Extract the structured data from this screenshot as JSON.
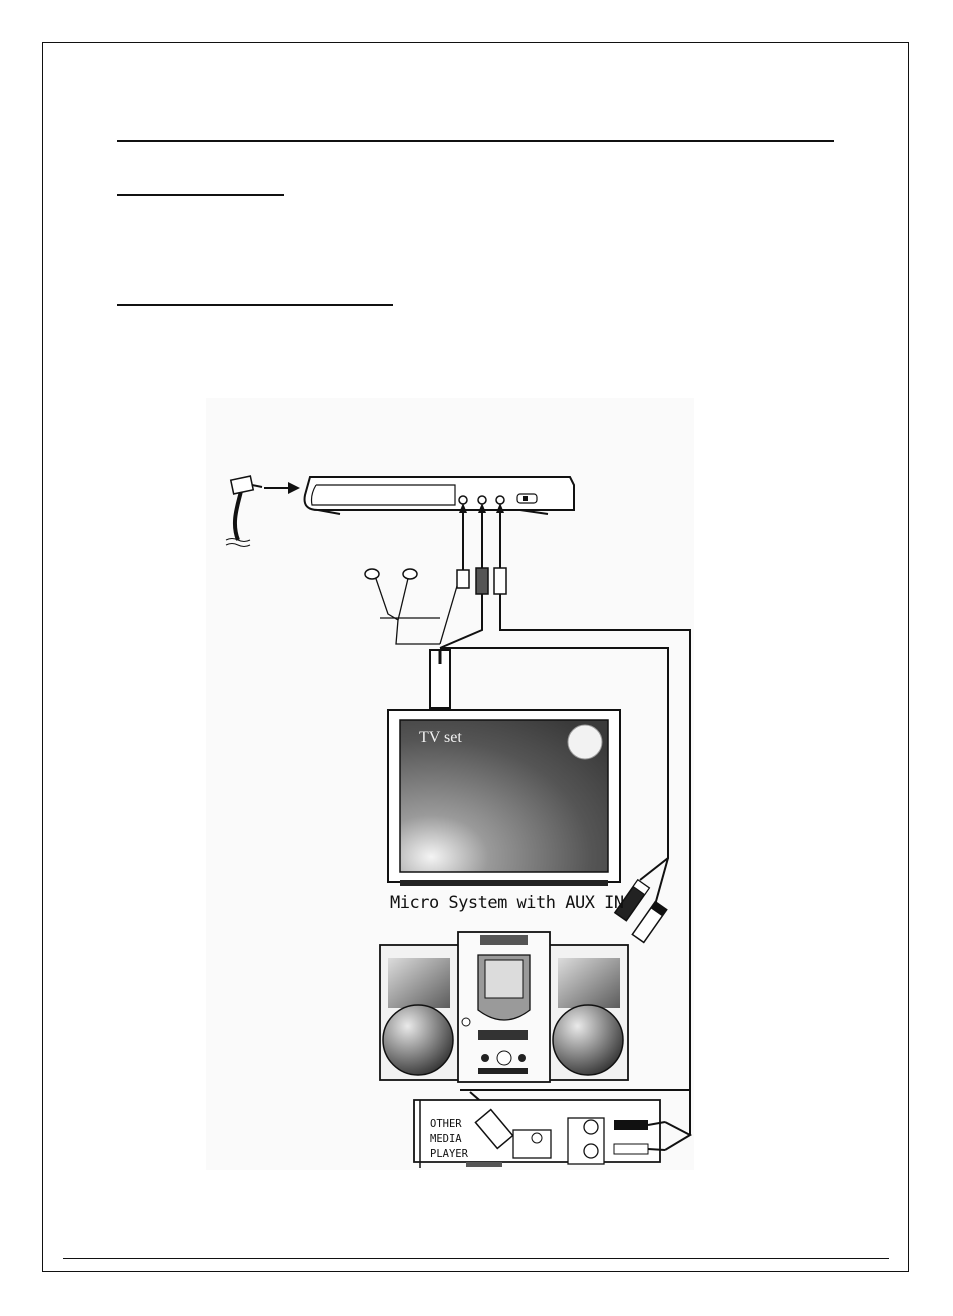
{
  "diagram": {
    "tv_label": "TV set",
    "micro_system_label": "Micro System with AUX IN",
    "player_label_lines": [
      "OTHER",
      "MEDIA",
      "PLAYER"
    ]
  },
  "icons": [
    "dc-power-plug-icon",
    "portable-dvd-player-icon",
    "earphones-icon",
    "av-cable-icon",
    "rca-plug-icon",
    "tv-set-icon",
    "micro-system-icon",
    "media-player-icon"
  ]
}
